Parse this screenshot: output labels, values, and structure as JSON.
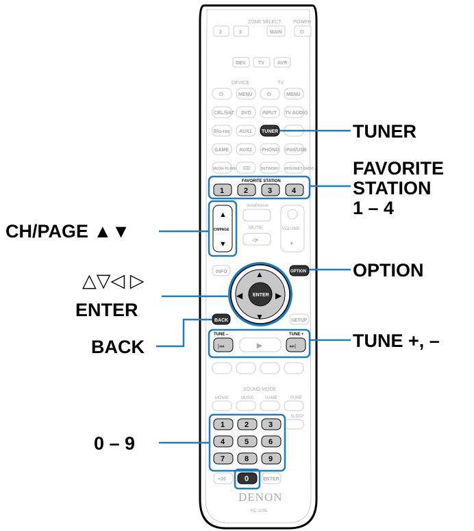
{
  "callouts": {
    "tuner": "TUNER",
    "favorite_1": "FAVORITE",
    "favorite_2": "STATION",
    "favorite_3": "1 – 4",
    "option": "OPTION",
    "tune": "TUNE +, –",
    "chpage": "CH/PAGE ▲▼",
    "cursor": "△▽◁ ▷",
    "enter": "ENTER",
    "back": "BACK",
    "digits": "0 – 9"
  },
  "remote": {
    "zone_select": "ZONE SELECT",
    "power": "POWER",
    "zone2": "2",
    "zone3": "3",
    "main": "MAIN",
    "dev": "DEV.",
    "tv": "TV",
    "avr": "AVR",
    "device": "DEVICE",
    "tv_section": "TV",
    "menu": "MENU",
    "menu2": "MENU",
    "cbl_sat": "CBL/SAT",
    "dvd": "DVD",
    "input": "INPUT",
    "tv_audio": "TV AUDIO",
    "bluray": "Blu-ray",
    "aux1": "AUX1",
    "tuner": "TUNER",
    "game": "GAME",
    "aux2": "AUX2",
    "phono": "PHONO",
    "ipod_usb": "iPod/USB",
    "media_player": "MEDIA PLAYER",
    "cd": "CD",
    "network": "NETWORK",
    "internet_radio": "INTERNET RADIO",
    "favorite_station": "FAVORITE STATION",
    "fav": [
      "1",
      "2",
      "3",
      "4"
    ],
    "instaprevue": "InstaPrevue",
    "chpage": "CH/PAGE",
    "mute": "MUTE",
    "volume": "VOLUME",
    "info": "INFO",
    "option": "OPTION",
    "enter": "ENTER",
    "back": "BACK",
    "setup": "SETUP",
    "tune_minus": "TUNE –",
    "tune_plus": "TUNE +",
    "sound_mode": "SOUND MODE",
    "movie": "MOVIE",
    "music": "MUSIC",
    "game_mode": "GAME",
    "pure": "PURE",
    "sleep": "SLEEP",
    "digits": [
      "1",
      "2",
      "3",
      "4",
      "5",
      "6",
      "7",
      "8",
      "9"
    ],
    "plus10": "+10",
    "zero": "0",
    "enter_small": "ENTER",
    "brand": "DENON",
    "model": "RC-1195"
  },
  "colors": {
    "highlight": "#1f7bbf",
    "button_dark": "#333333",
    "button_grey": "#c8c8c8",
    "outline": "#cfcfcf"
  }
}
